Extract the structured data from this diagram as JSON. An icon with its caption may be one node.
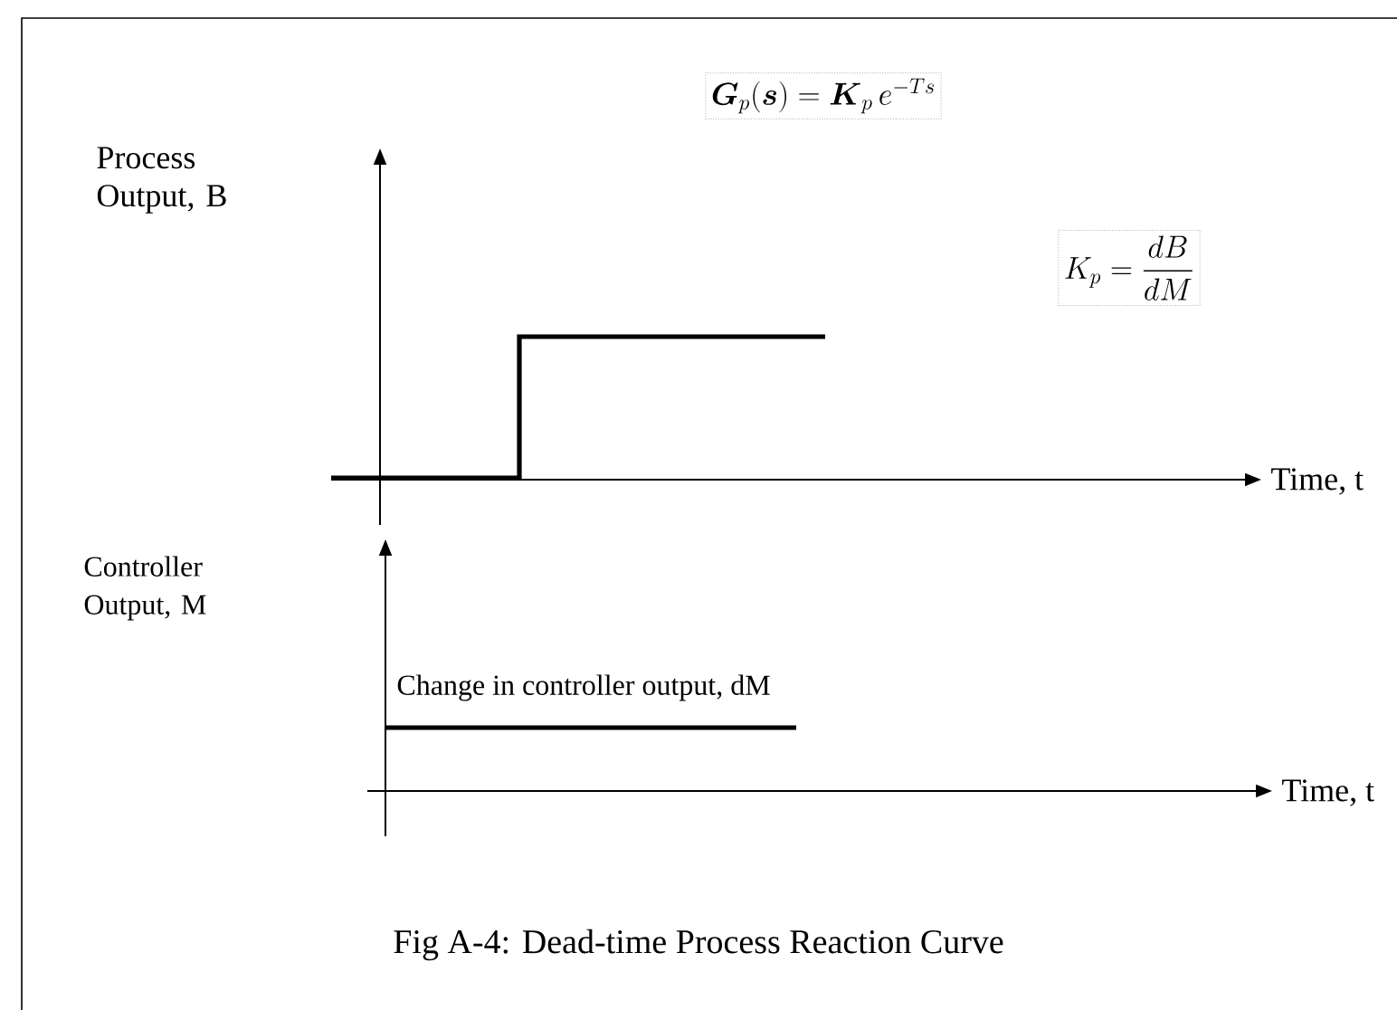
{
  "diagram": {
    "caption": "Fig A-4:  Dead-time Process Reaction Curve",
    "labels": [
      "\\boldsymbol{G}_{p}(\\boldsymbol{s})=\\boldsymbol{K}_{p}\\,e^{-Ts}",
      "Process Output, B",
      "K_{p}=\\frac{dB}{dM}",
      "Time, t",
      "Controller Output, M",
      "Change in controller output, dM",
      "Time, t"
    ]
  }
}
